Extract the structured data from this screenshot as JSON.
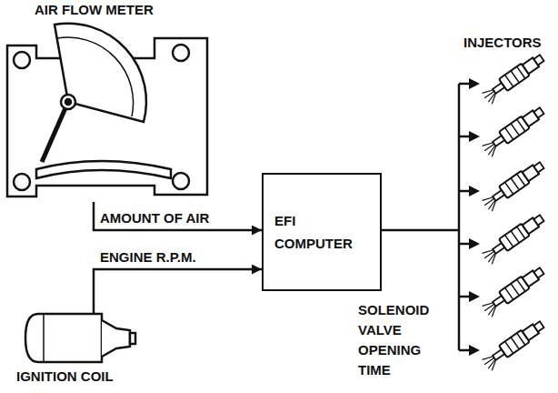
{
  "diagram": {
    "nodes": [
      {
        "text": [
          "AIR FLOW METER"
        ]
      },
      {
        "text": [
          "INJECTORS"
        ]
      },
      {
        "text": [
          "EFI COMPUTER"
        ]
      },
      {
        "text": [
          "IGNITION COIL"
        ]
      }
    ],
    "edges": [
      {
        "from": 0,
        "to": 2,
        "label": "AMOUNT OF AIR",
        "arrow": "to"
      },
      {
        "from": 3,
        "to": 2,
        "label": "ENGINE R.P.M.",
        "arrow": "to"
      },
      {
        "from": 2,
        "to": 1,
        "label": "SOLENOID VALVE OPENING TIME",
        "arrow": "none"
      }
    ]
  }
}
